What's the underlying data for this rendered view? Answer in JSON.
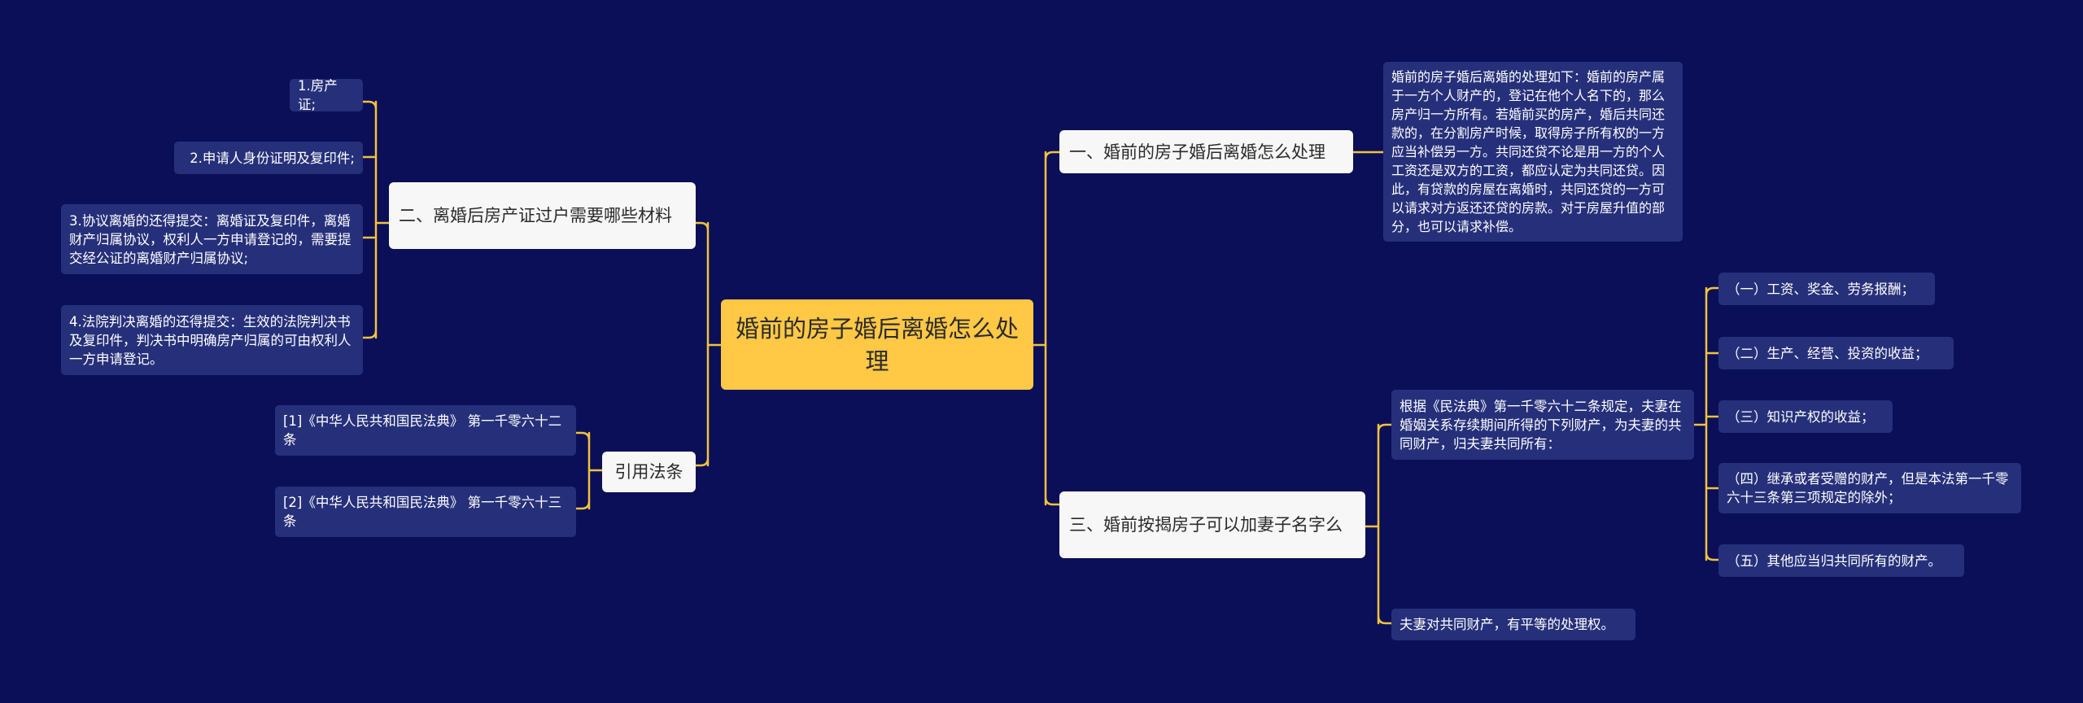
{
  "root": {
    "label": "婚前的房子婚后离婚怎么处理"
  },
  "branches": {
    "b1": {
      "label": "一、婚前的房子婚后离婚怎么处理",
      "detail": "婚前的房子婚后离婚的处理如下：婚前的房产属于一方个人财产的，登记在他个人名下的，那么房产归一方所有。若婚前买的房产，婚后共同还款的，在分割房产时候，取得房子所有权的一方应当补偿另一方。共同还贷不论是用一方的个人工资还是双方的工资，都应认定为共同还贷。因此，有贷款的房屋在离婚时，共同还贷的一方可以请求对方返还还贷的房款。对于房屋升值的部分，也可以请求补偿。"
    },
    "b2": {
      "label": "二、离婚后房产证过户需要哪些材料",
      "items": [
        "1.房产证;",
        "2.申请人身份证明及复印件;",
        "3.协议离婚的还得提交：离婚证及复印件，离婚财产归属协议，权利人一方申请登记的，需要提交经公证的离婚财产归属协议;",
        "4.法院判决离婚的还得提交：生效的法院判决书及复印件，判决书中明确房产归属的可由权利人一方申请登记。"
      ]
    },
    "b3": {
      "label": "三、婚前按揭房子可以加妻子名字么",
      "sub1": "根据《民法典》第一千零六十二条规定，夫妻在婚姻关系存续期间所得的下列财产，为夫妻的共同财产，归夫妻共同所有：",
      "sub1_items": [
        "（一）工资、奖金、劳务报酬；",
        "（二）生产、经营、投资的收益；",
        "（三）知识产权的收益；",
        "（四）继承或者受赠的财产，但是本法第一千零六十三条第三项规定的除外；",
        "（五）其他应当归共同所有的财产。"
      ],
      "sub2": "夫妻对共同财产，有平等的处理权。"
    },
    "b4": {
      "label": "引用法条",
      "items": [
        "[1]《中华人民共和国民法典》 第一千零六十二条",
        "[2]《中华人民共和国民法典》 第一千零六十三条"
      ]
    }
  },
  "colors": {
    "background": "#0a0f57",
    "root": "#ffc845",
    "line": "#f2c23d",
    "main": "#f7f7f7",
    "leaf": "#26307a"
  }
}
